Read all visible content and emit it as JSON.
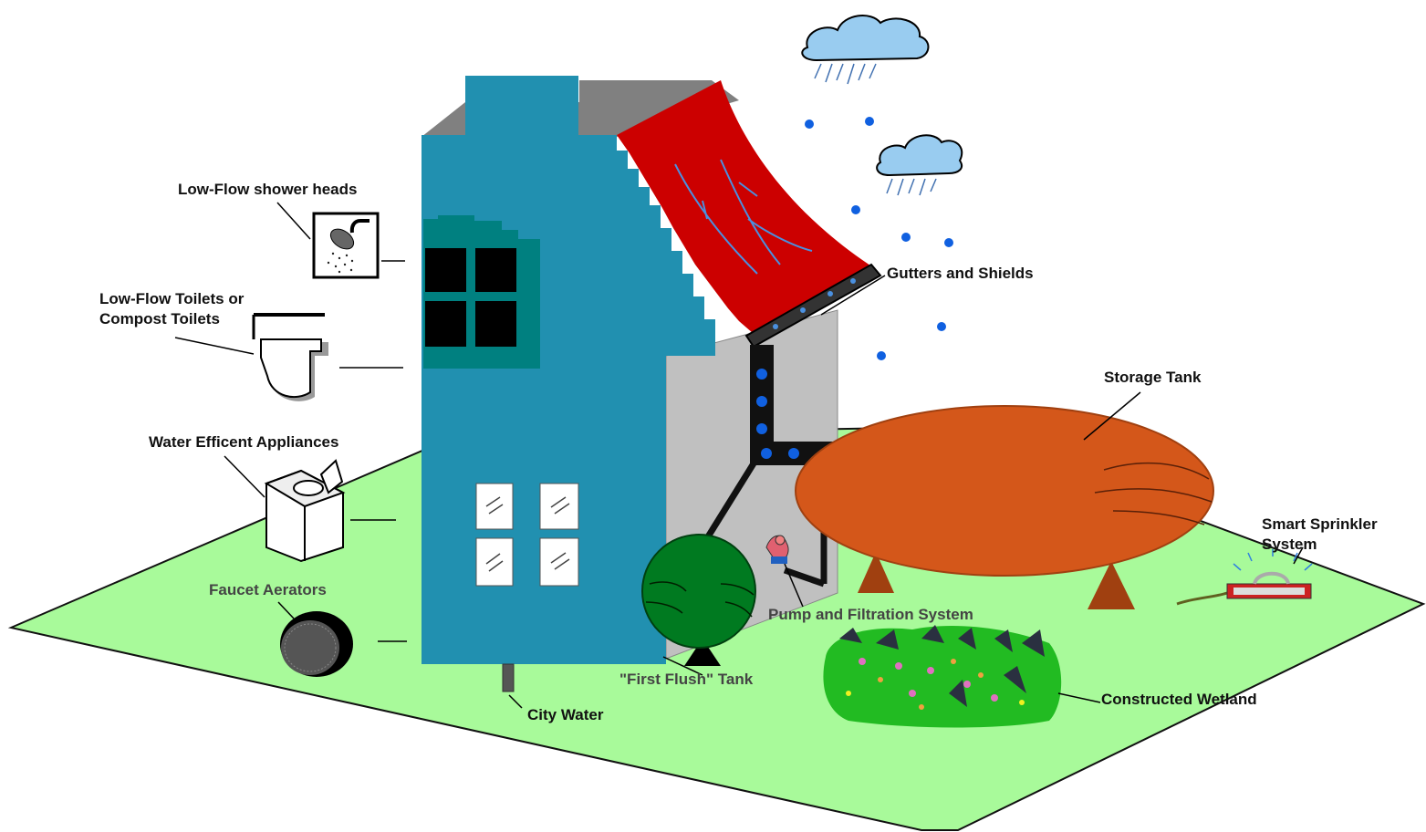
{
  "labels": {
    "shower": "Low-Flow shower heads",
    "toilets_line1": "Low-Flow Toilets or",
    "toilets_line2": "Compost Toilets",
    "appliances": "Water Efficent Appliances",
    "aerators": "Faucet Aerators",
    "city_water": "City Water",
    "first_flush": "\"First Flush\" Tank",
    "pump": "Pump and Filtration System",
    "gutters": "Gutters and Shields",
    "storage": "Storage Tank",
    "sprinkler_line1": "Smart Sprinkler",
    "sprinkler_line2": "System",
    "wetland": "Constructed Wetland"
  },
  "icons": [
    "shower-head-icon",
    "toilet-icon",
    "washing-machine-icon",
    "faucet-aerator-icon",
    "rain-cloud-icon",
    "sprinkler-icon",
    "wetland-plants-icon",
    "pump-icon"
  ],
  "colors": {
    "lawn": "#a8fa9a",
    "house_wall": "#2190b0",
    "roof": "#cc0000",
    "roof_top": "#808080",
    "window_frame": "#008080",
    "side_wall": "#c0c0c0",
    "tank": "#d4571a",
    "tank_legs": "#a04010",
    "tree": "#007a20",
    "cloud": "#99ccf0",
    "raindrop": "#1060e0"
  }
}
